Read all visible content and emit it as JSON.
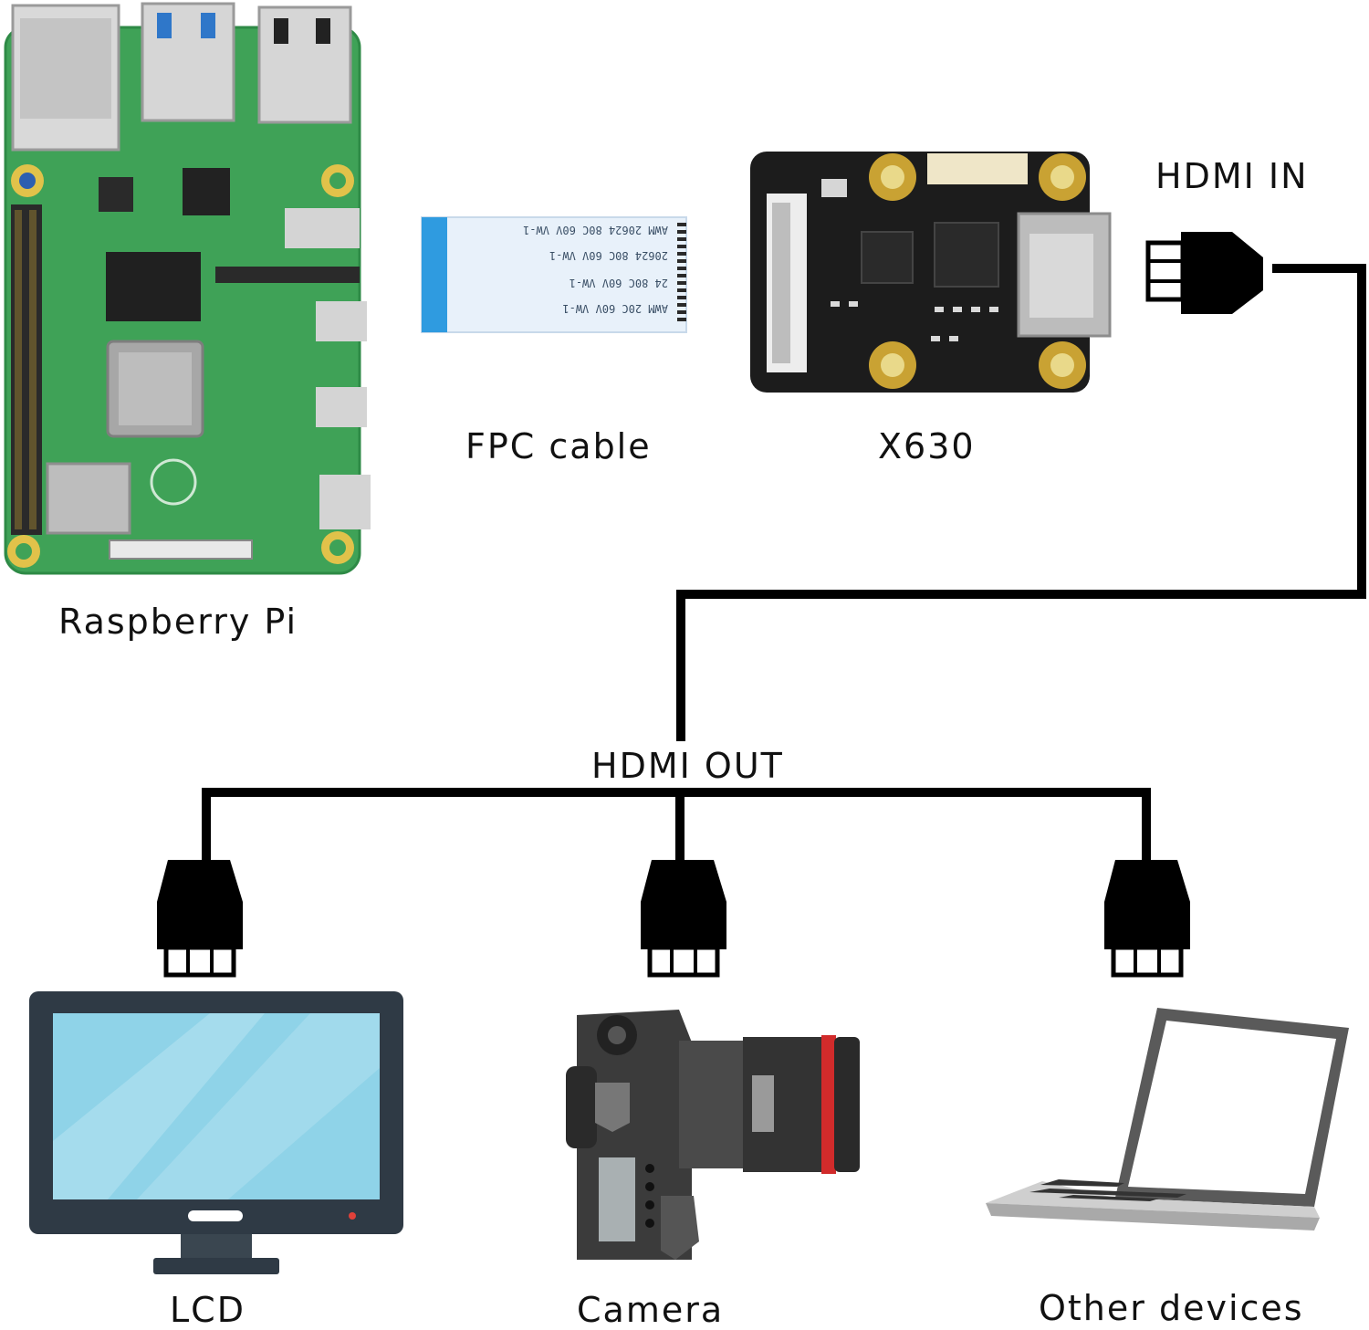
{
  "labels": {
    "raspberry_pi": "Raspberry Pi",
    "fpc_cable": "FPC cable",
    "x630": "X630",
    "hdmi_in": "HDMI IN",
    "hdmi_out": "HDMI OUT",
    "lcd": "LCD",
    "camera": "Camera",
    "other_devices": "Other devices"
  },
  "fpc_print": {
    "row1": "AWM 20624 80C 60V VW-1",
    "row2": "20624 80C 60V VW-1",
    "row3": "24 80C 60V VW-1",
    "row4": "AWM 20C 60V VW-1"
  },
  "colors": {
    "pcb_green": "#3fa257",
    "x630_board": "#1c1c1c",
    "gold_pad": "#c9a233",
    "screen_blue": "#8fd3e8",
    "cable": "#000000",
    "fpc_blue": "#2f9be0"
  },
  "icons": {
    "connector": "hdmi-plug-icon",
    "lcd": "monitor-icon",
    "camera": "dslr-camera-icon",
    "other": "laptop-icon"
  }
}
